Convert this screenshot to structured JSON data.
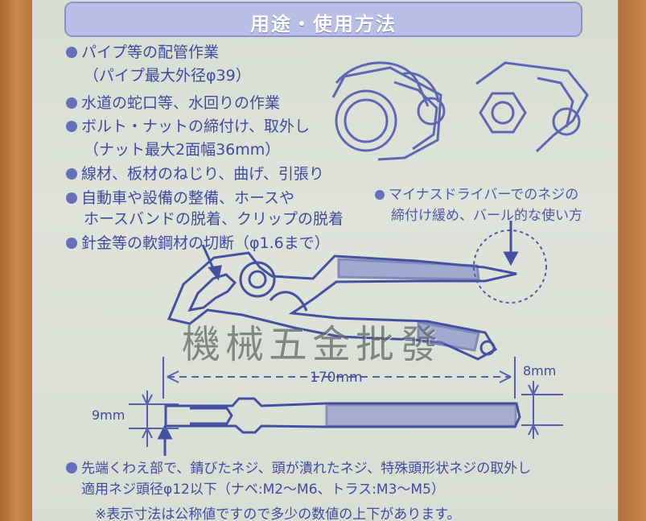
{
  "header": {
    "title": "用途・使用方法"
  },
  "lines": [
    "パイプ等の配管作業",
    "（パイプ最大外径φ39）",
    "水道の蛇口等、水回りの作業",
    "ボルト・ナットの締付け、取外し",
    "（ナット最大2面幅36mm）",
    "線材、板材のねじり、曲げ、引張り",
    "自動車や設備の整備、ホースや",
    "ホースバンドの脱着、クリップの脱着",
    "針金等の軟鋼材の切断（φ1.6まで）"
  ],
  "right_note": [
    "マイナスドライバーでのネジの",
    "締付け緩め、バール的な使い方"
  ],
  "dimensions": {
    "length": "170mm",
    "width": "8mm",
    "tip": "9mm"
  },
  "bottom": [
    "先端くわえ部で、錆びたネジ、頭が潰れたネジ、特殊頭形状ネジの取外し",
    "適用ネジ頭径φ12以下（ナベ:M2～M6、トラス:M3～M5）",
    "※表示寸法は公称値ですので多少の数値の上下があります。"
  ],
  "watermark": "機械五金批發",
  "colors": {
    "text": "#3e4ba0",
    "header_bg": "#b9bfe6",
    "paper": "#dde2d9",
    "wood": "#b9763f"
  }
}
